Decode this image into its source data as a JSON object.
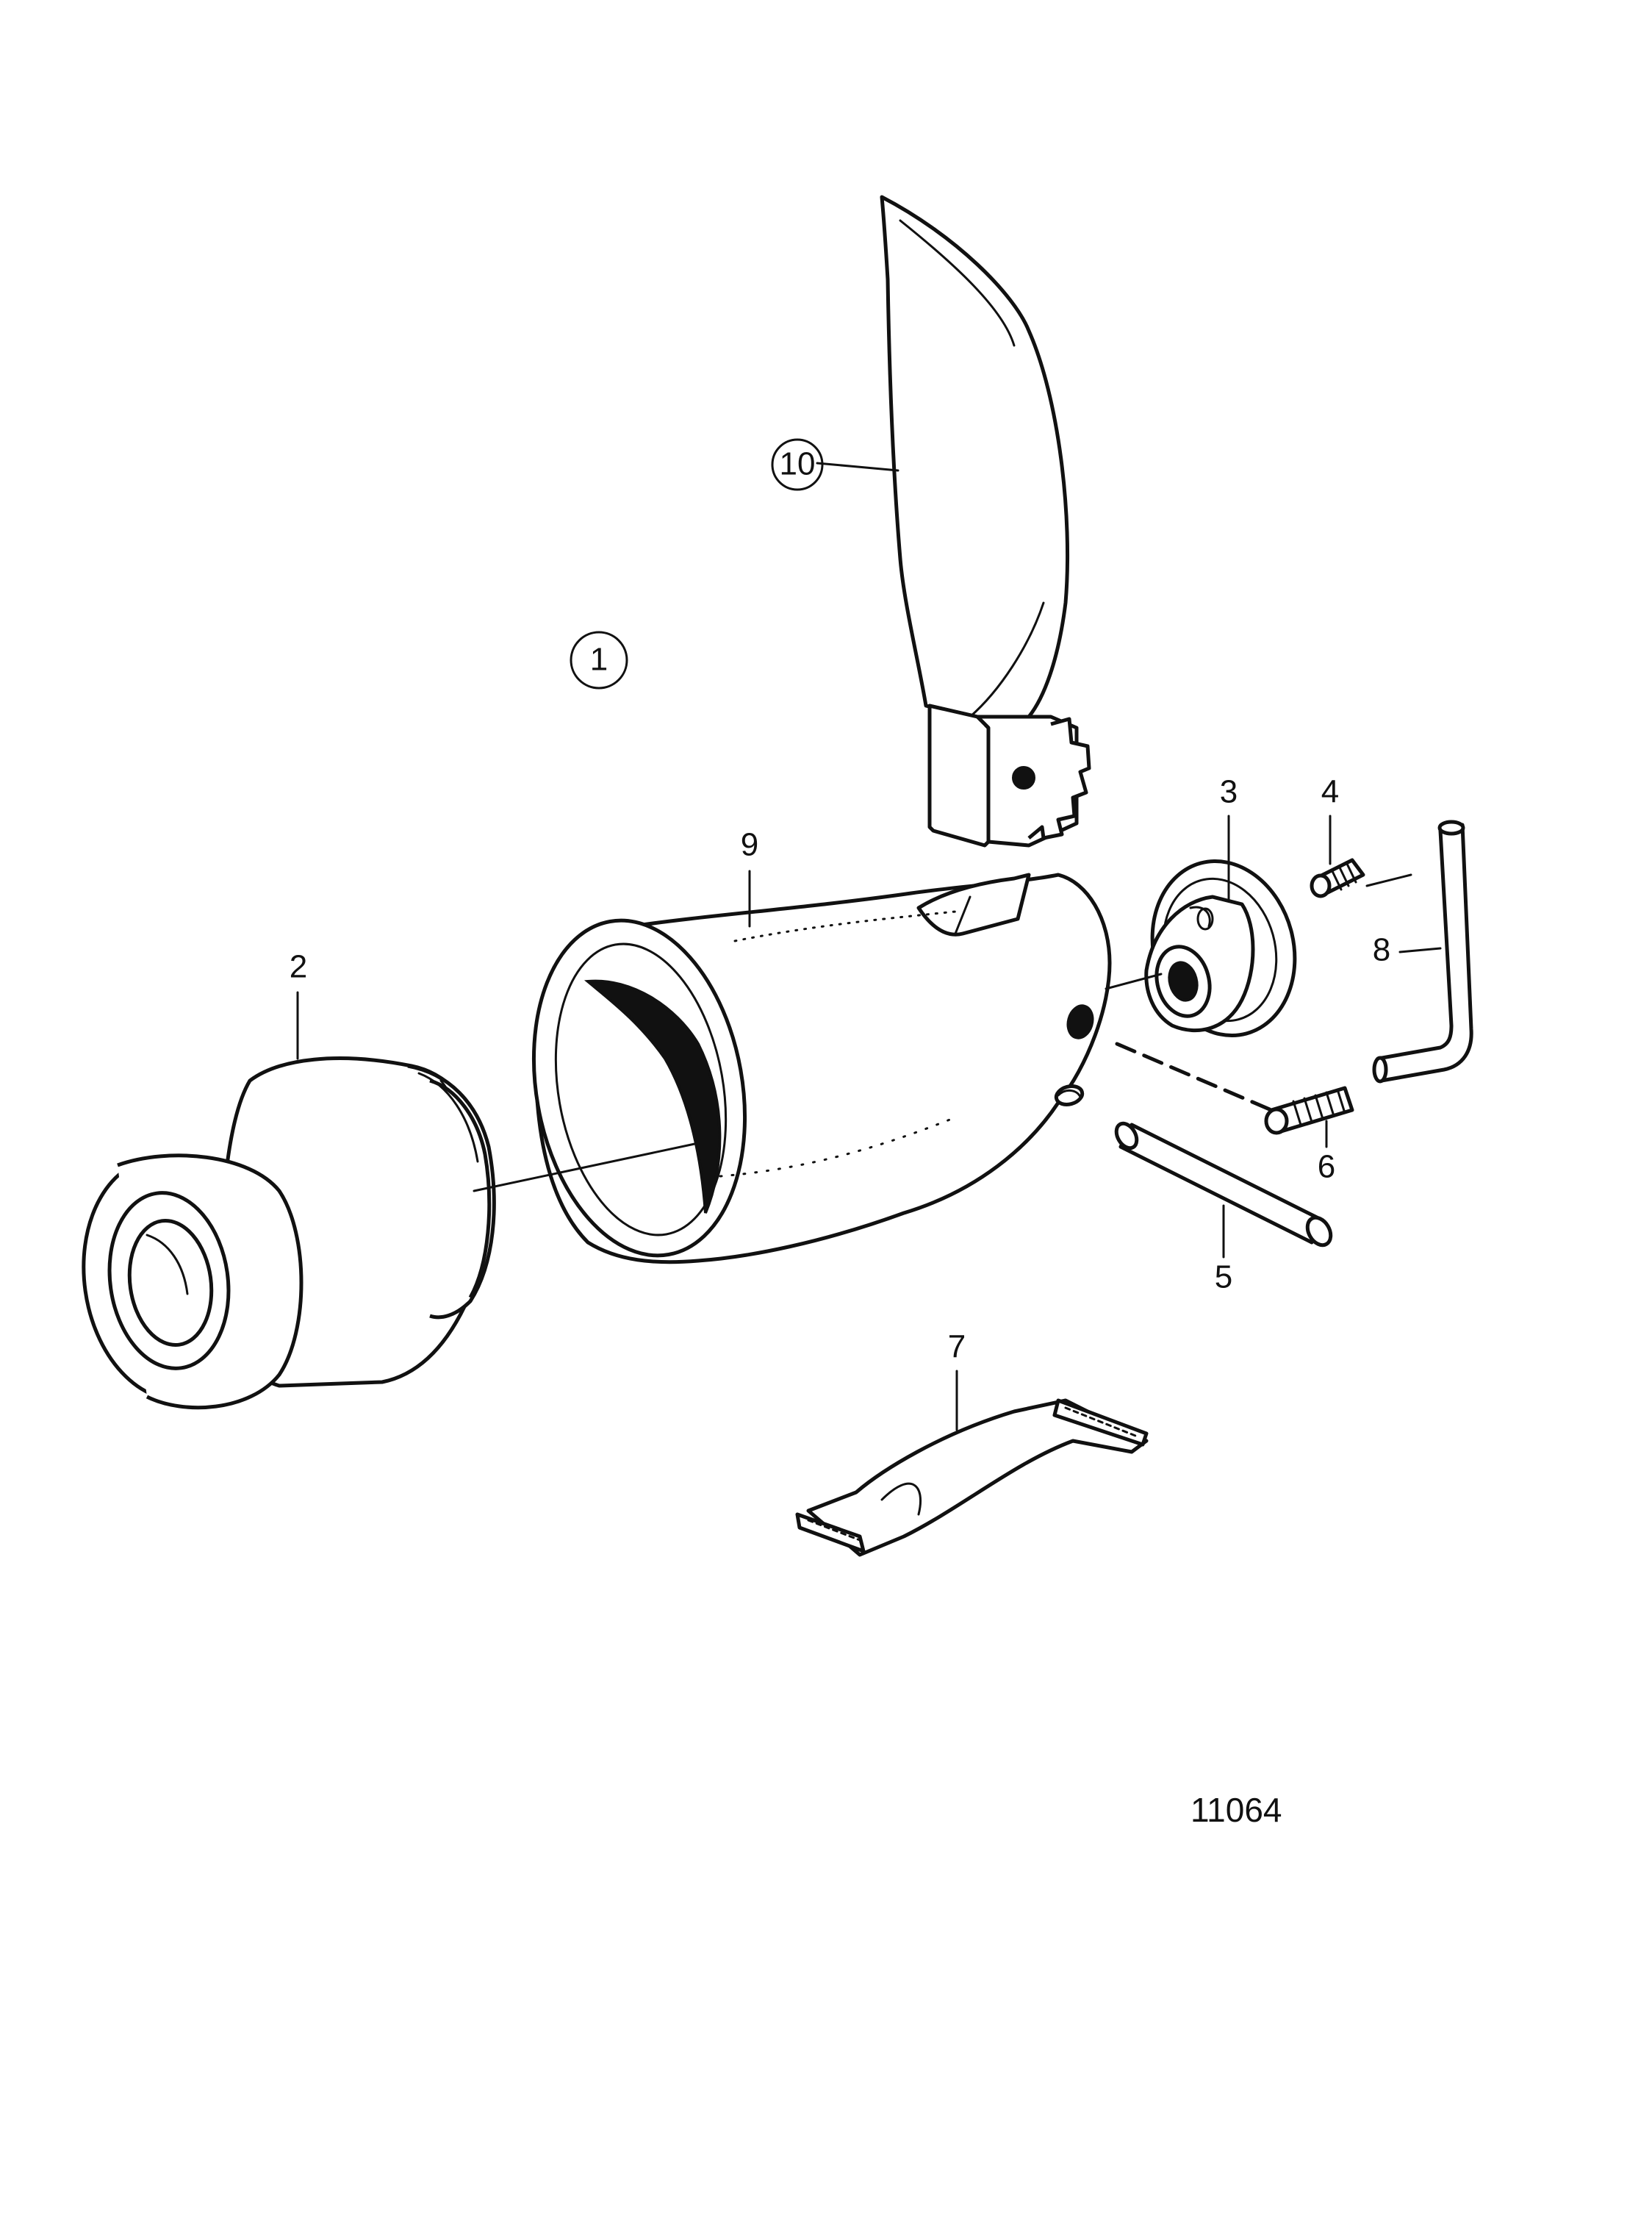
{
  "callouts": {
    "item_1": "1",
    "item_2": "2",
    "item_3": "3",
    "item_4": "4",
    "item_5": "5",
    "item_6": "6",
    "item_7": "7",
    "item_8": "8",
    "item_9": "9",
    "item_10": "10"
  },
  "figure_number": "11064"
}
